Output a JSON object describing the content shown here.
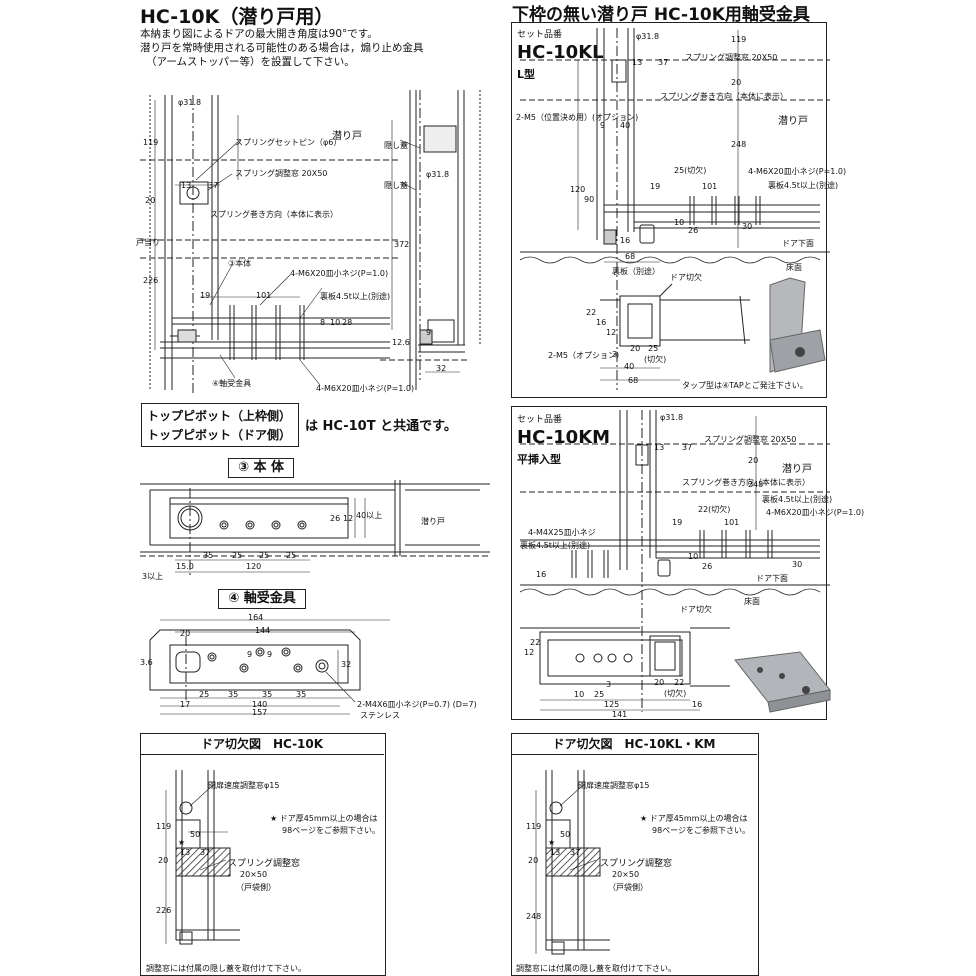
{
  "title_main": "HC-10K（潜り戸用）",
  "title_right": "下枠の無い潜り戸 HC-10K用軸受金具",
  "intro_line1": "本納まり図によるドアの最大開き角度は90°です。",
  "intro_line2": "潜り戸を常時使用される可能性のある場合は，煽り止め金具",
  "intro_line3": "（アームストッパー等）を設置して下さい。",
  "main_labels": {
    "kugurido": "潜り戸",
    "spring_set_pin": "スプリングセットピン（φ6）",
    "spring_window": "スプリング調整窓 20X50",
    "spring_direction": "スプリング巻き方向（本体に表示）",
    "hontai": "③本体",
    "bolt1": "4-M6X20皿小ネジ(P=1.0)",
    "backplate": "裏板4.5t以上(別途)",
    "jikuuke": "④軸受金具",
    "bolt2": "4-M6X20皿小ネジ(P=1.0)",
    "kakushi1": "隠し蓋",
    "kakushi2": "隠し蓋",
    "stopper": "戸当り",
    "d31_8a": "φ31.8",
    "d31_8b": "φ31.8",
    "n119": "119",
    "n20": "20",
    "n226": "226",
    "n13": "13",
    "n37": "37",
    "n19": "19",
    "n101": "101",
    "n372": "372",
    "n32": "32",
    "n9": "9",
    "n12_6": "12.6",
    "n8_10": "8|10",
    "n8": "8",
    "n10": "10",
    "n28": "28"
  },
  "top_pivot": {
    "line1": "トップピボット（上枠側）",
    "line2": "トップピボット（ドア側）",
    "common": "は HC-10T と共通です。"
  },
  "part3": {
    "tag": "③ 本 体",
    "kugurido": "潜り戸",
    "n35a": "35",
    "n25a": "25",
    "n25b": "25",
    "n25c": "25",
    "n120": "120",
    "n15": "15.0",
    "n3": "3以上",
    "n26": "26",
    "n12": "12",
    "n40": "40以上"
  },
  "part4": {
    "tag": "④ 軸受金具",
    "n164": "164",
    "n144": "144",
    "n20": "20",
    "n3_6": "3.6",
    "n9a": "9",
    "n9b": "9",
    "n25a": "25",
    "n35a": "35",
    "n35b": "35",
    "n35c": "35",
    "n140": "140",
    "n157": "157",
    "n17": "17",
    "n32": "32",
    "screw": "2-M4X6皿小ネジ(P=0.7) (D=7)",
    "stainless": "ステンレス"
  },
  "kl": {
    "set_no": "セット品番",
    "model": "HC-10KL",
    "type": "L型",
    "kugurido": "潜り戸",
    "d31_8": "φ31.8",
    "n119": "119",
    "n20": "20",
    "n248": "248",
    "n13": "13",
    "n37": "37",
    "spring_window": "スプリング調整窓 20X50",
    "spring_direction": "スプリング巻き方向（本体に表示）",
    "m5": "2-M5（位置決め用）(オプション)",
    "n9": "9",
    "n40": "40",
    "n120": "120",
    "n90": "90",
    "n25": "25(切欠)",
    "n19": "19",
    "n101": "101",
    "bolt": "4-M6X20皿小ネジ(P=1.0)",
    "backplate": "裏板4.5t以上(別途)",
    "n16": "16",
    "n10": "10",
    "n26": "26",
    "n68": "68",
    "n30": "30",
    "door_bottom": "ドア下面",
    "floor": "床面",
    "backplate2": "裏板（別途）",
    "door_notch": "ドア切欠",
    "n22": "22",
    "n16b": "16",
    "n12": "12",
    "m5b": "2-M5（オプション）",
    "n3": "3",
    "n20b": "20",
    "n25b": "25",
    "n40b": "40",
    "n68b": "68",
    "cut": "(切欠)",
    "tap_note": "タップ型は④TAPとご発注下さい。"
  },
  "km": {
    "set_no": "セット品番",
    "model": "HC-10KM",
    "type": "平挿入型",
    "kugurido": "潜り戸",
    "d31_8": "φ31.8",
    "n13": "13",
    "n37": "37",
    "n20": "20",
    "n248": "248",
    "spring_window": "スプリング調整窓 20X50",
    "spring_direction": "スプリング巻き方向（本体に表示）",
    "backplate": "裏板4.5t以上(別途)",
    "bolt": "4-M6X20皿小ネジ(P=1.0)",
    "n22": "22(切欠)",
    "n19": "19",
    "n101": "101",
    "bolt2": "4-M4X25皿小ネジ",
    "backplate2": "裏板4.5t以上(別途)",
    "n16": "16",
    "n10": "10",
    "n26": "26",
    "n30": "30",
    "door_bottom": "ドア下面",
    "floor": "床面",
    "door_notch": "ドア切欠",
    "n12": "12",
    "n22b": "22",
    "n3": "3",
    "n20b": "20",
    "n22c": "22",
    "n25": "25",
    "n125": "125",
    "n141": "141",
    "n16b": "16",
    "cut": "(切欠)"
  },
  "cut_left": {
    "title": "ドア切欠図　HC-10K",
    "closing_valve": "閉扉速度調整窓φ15",
    "note1": "★ ドア厚45mm以上の場合は",
    "note2": "98ページをご参照下さい。",
    "n119": "119",
    "n50": "50",
    "n20": "20",
    "n13": "13",
    "n37": "37",
    "n226": "226",
    "spring_window": "スプリング調整窓",
    "size": "20×50",
    "side": "（戸袋側）",
    "star": "★",
    "footer": "調整窓には付属の隠し蓋を取付けて下さい。"
  },
  "cut_right": {
    "title": "ドア切欠図　HC-10KL・KM",
    "closing_valve": "閉扉速度調整窓φ15",
    "note1": "★ ドア厚45mm以上の場合は",
    "note2": "98ページをご参照下さい。",
    "n119": "119",
    "n50": "50",
    "n20": "20",
    "n13": "13",
    "n37": "37",
    "n248": "248",
    "spring_window": "スプリング調整窓",
    "size": "20×50",
    "side": "（戸袋側）",
    "star": "★",
    "footer": "調整窓には付属の隠し蓋を取付けて下さい。"
  }
}
